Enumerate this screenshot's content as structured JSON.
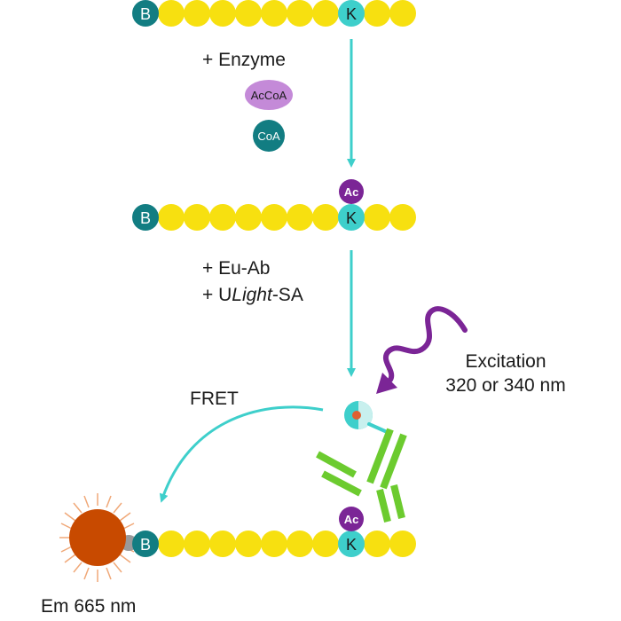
{
  "steps": {
    "enzyme": "+ Enzyme",
    "eu_ab": "+ Eu-Ab",
    "ulight_prefix": "+ U",
    "ulight_italic": "Light",
    "ulight_suffix": "-SA"
  },
  "molecules": {
    "acetyl_coa": "AcCoA",
    "coa": "CoA",
    "acetyl": "Ac",
    "biotin": "B",
    "lysine": "K"
  },
  "labels": {
    "fret": "FRET",
    "excitation_line1": "Excitation",
    "excitation_line2": "320 or 340 nm",
    "emission": "Em 665 nm"
  },
  "colors": {
    "bead_yellow": "#f7e010",
    "biotin_teal": "#127d82",
    "lysine_cyan": "#3ecfcb",
    "acetyl_purple": "#7b2596",
    "accoa_lilac": "#c48ad8",
    "arrow_cyan": "#3ecfcb",
    "antibody_green": "#6ccb2f",
    "excitation_purple": "#7b2596",
    "emitter_orange": "#c84a00",
    "emitter_rays": "#f0a878",
    "europium_core": "#e06030"
  }
}
